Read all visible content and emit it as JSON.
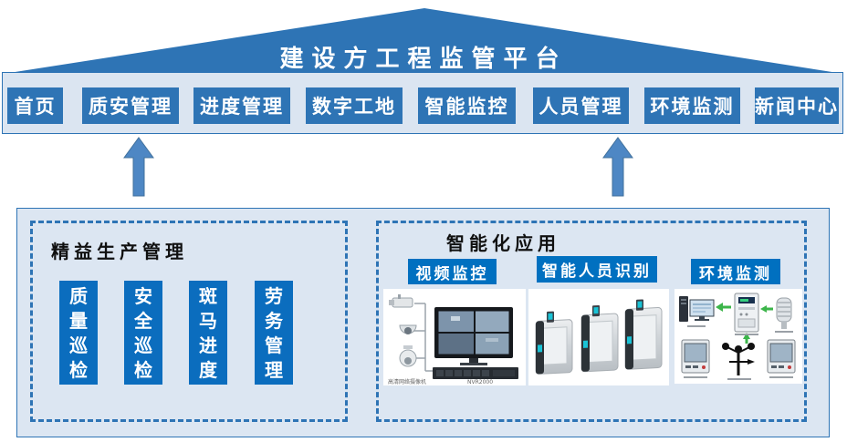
{
  "colors": {
    "roof_blue": "#2e74b5",
    "nav_button_blue": "#2e74b5",
    "nav_bar_bg": "#dbe5f1",
    "panel_bg": "#dce6f2",
    "dashed_border": "#2e74b5",
    "pillar_blue": "#0b6dbe",
    "chip_blue": "#0070c0",
    "arrow_blue": "#4e87c4",
    "green_arrow": "#3cb54a"
  },
  "roof": {
    "title": "建设方工程监管平台"
  },
  "nav": {
    "items": [
      {
        "label": "首页"
      },
      {
        "label": "质安管理"
      },
      {
        "label": "进度管理"
      },
      {
        "label": "数字工地"
      },
      {
        "label": "智能监控"
      },
      {
        "label": "人员管理"
      },
      {
        "label": "环境监测"
      },
      {
        "label": "新闻中心"
      }
    ]
  },
  "left_panel": {
    "title": "精益生产管理",
    "pillars": [
      "质量巡检",
      "安全巡检",
      "斑马进度",
      "劳务管理"
    ]
  },
  "right_panel": {
    "title": "智能化应用",
    "sections": [
      {
        "label": "视频监控"
      },
      {
        "label": "智能人员识别"
      },
      {
        "label": "环境监测"
      }
    ],
    "video_captions": {
      "camera": "高清网络摄像机",
      "nvr": "NVR2000"
    }
  }
}
